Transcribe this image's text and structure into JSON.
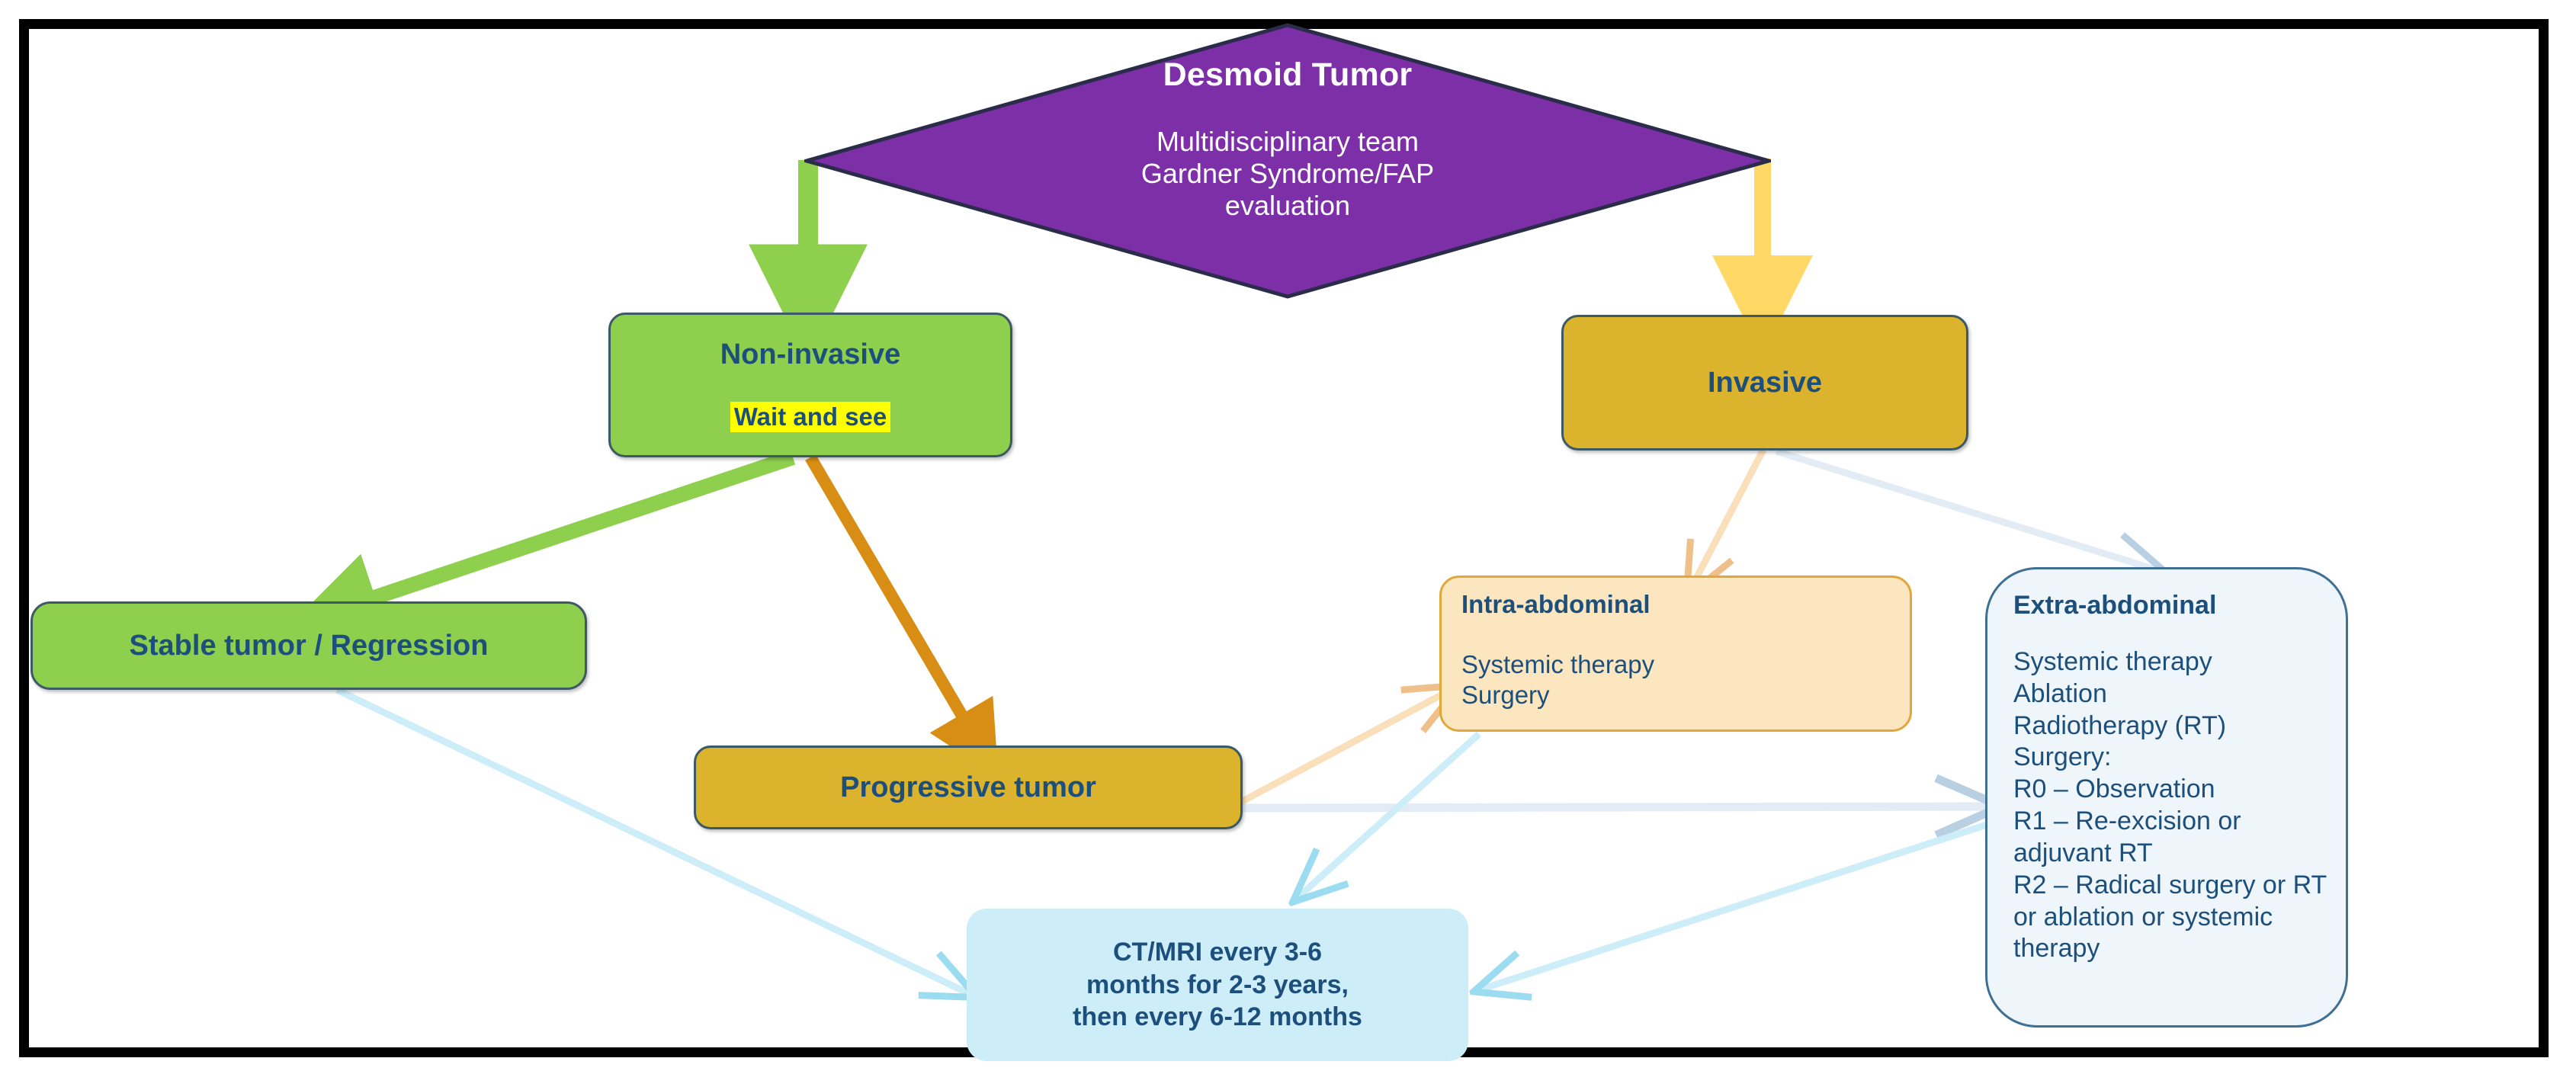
{
  "figure": {
    "title": "Desmoid Tumor management flowchart",
    "border_color": "#000000",
    "background": "#ffffff"
  },
  "colors": {
    "diamond_fill": "#7d2fa8",
    "green_fill": "#8ed04e",
    "gold_fill": "#dcb32c",
    "peach_fill": "#fce6c0",
    "pale_blue_fill": "#eff6fb",
    "cyan_fill": "#cdeef9",
    "text_blue": "#1d4f7c",
    "highlight_yellow": "#ffff00",
    "arrow_green": "#8ed04e",
    "arrow_yellow": "#ffd866",
    "arrow_orange": "#d88d14",
    "arrow_peach": "#fadfbb",
    "arrow_blue": "#cdeef9"
  },
  "nodes": {
    "root": {
      "title": "Desmoid Tumor",
      "subtitle_lines": [
        "Multidisciplinary team",
        "Gardner Syndrome/FAP",
        "evaluation"
      ],
      "shape": "diamond"
    },
    "non_invasive": {
      "title": "Non-invasive",
      "action": "Wait and see",
      "shape": "rounded-rect"
    },
    "invasive": {
      "title": "Invasive",
      "shape": "rounded-rect"
    },
    "stable": {
      "title": "Stable tumor / Regression",
      "shape": "rounded-rect"
    },
    "progressive": {
      "title": "Progressive tumor",
      "shape": "rounded-rect"
    },
    "intra_abdominal": {
      "header": "Intra-abdominal",
      "body_lines": [
        "Systemic therapy",
        "Surgery"
      ],
      "shape": "rounded-rect"
    },
    "extra_abdominal": {
      "header": "Extra-abdominal",
      "body_lines": [
        "Systemic therapy",
        "Ablation",
        "Radiotherapy (RT)",
        "Surgery:",
        "R0 – Observation",
        "R1 – Re-excision or",
        "adjuvant RT",
        "R2 – Radical surgery or RT",
        "or ablation or systemic",
        "therapy"
      ],
      "shape": "rounded-rect"
    },
    "followup": {
      "body_lines": [
        "CT/MRI every 3-6",
        "months for 2-3 years,",
        "then every 6-12 months"
      ],
      "shape": "rounded-rect"
    }
  },
  "edges": [
    {
      "from": "root",
      "to": "non_invasive",
      "color": "#8ed04e",
      "style": "thick-down"
    },
    {
      "from": "root",
      "to": "invasive",
      "color": "#ffd866",
      "style": "thick-down"
    },
    {
      "from": "non_invasive",
      "to": "stable",
      "color": "#8ed04e",
      "style": "thick-diagonal"
    },
    {
      "from": "non_invasive",
      "to": "progressive",
      "color": "#d88d14",
      "style": "thick-diagonal"
    },
    {
      "from": "invasive",
      "to": "intra_abdominal",
      "color": "#fadfbb",
      "style": "diagonal"
    },
    {
      "from": "invasive",
      "to": "extra_abdominal",
      "color": "#e3ecf5",
      "style": "diagonal"
    },
    {
      "from": "progressive",
      "to": "intra_abdominal",
      "color": "#fadfbb",
      "style": "diagonal"
    },
    {
      "from": "progressive",
      "to": "extra_abdominal",
      "color": "#e3ecf5",
      "style": "horizontal"
    },
    {
      "from": "stable",
      "to": "followup",
      "color": "#cdeef9",
      "style": "diagonal"
    },
    {
      "from": "intra_abdominal",
      "to": "followup",
      "color": "#cdeef9",
      "style": "diagonal"
    },
    {
      "from": "extra_abdominal",
      "to": "followup",
      "color": "#cdeef9",
      "style": "diagonal"
    }
  ]
}
